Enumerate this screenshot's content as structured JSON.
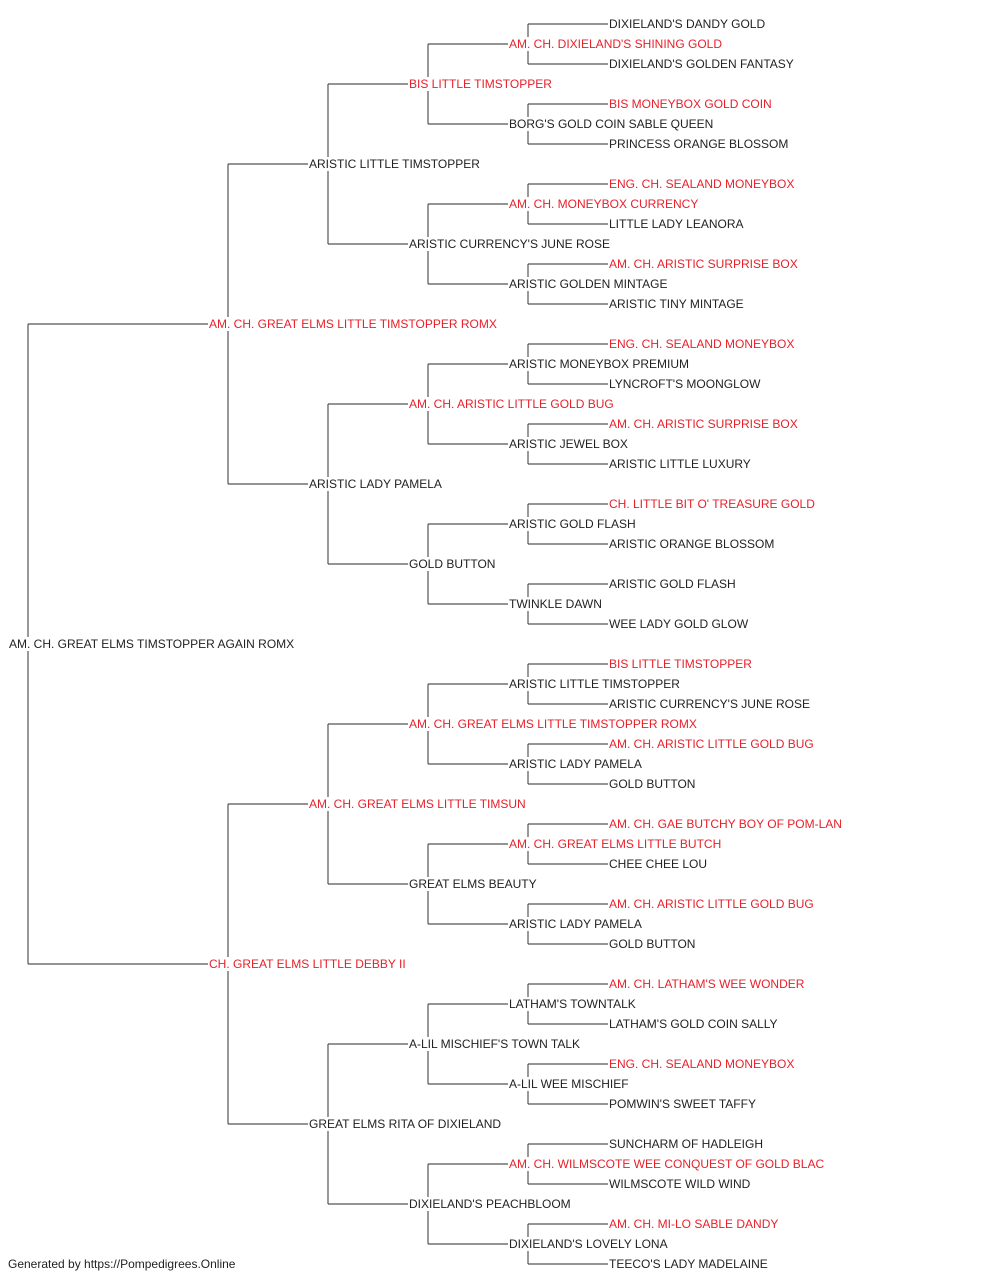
{
  "colors": {
    "text": "#222222",
    "highlight": "#e8202a",
    "line": "#555555"
  },
  "footer": "Generated by https://Pompedigrees.Online",
  "pedigree": {
    "name": "AM. CH. GREAT ELMS TIMSTOPPER AGAIN ROMX",
    "red": false,
    "sire": {
      "name": "AM. CH. GREAT ELMS LITTLE TIMSTOPPER ROMX",
      "red": true,
      "sire": {
        "name": "ARISTIC LITTLE TIMSTOPPER",
        "red": false,
        "sire": {
          "name": "BIS LITTLE TIMSTOPPER",
          "red": true,
          "sire": {
            "name": "AM. CH. DIXIELAND'S SHINING GOLD",
            "red": true,
            "sire": {
              "name": "DIXIELAND'S DANDY GOLD",
              "red": false
            },
            "dam": {
              "name": "DIXIELAND'S GOLDEN FANTASY",
              "red": false
            }
          },
          "dam": {
            "name": "BORG'S GOLD COIN SABLE QUEEN",
            "red": false,
            "sire": {
              "name": "BIS MONEYBOX GOLD COIN",
              "red": true
            },
            "dam": {
              "name": "PRINCESS ORANGE BLOSSOM",
              "red": false
            }
          }
        },
        "dam": {
          "name": "ARISTIC CURRENCY'S JUNE ROSE",
          "red": false,
          "sire": {
            "name": "AM. CH. MONEYBOX CURRENCY",
            "red": true,
            "sire": {
              "name": "ENG. CH. SEALAND MONEYBOX",
              "red": true
            },
            "dam": {
              "name": "LITTLE LADY LEANORA",
              "red": false
            }
          },
          "dam": {
            "name": "ARISTIC GOLDEN MINTAGE",
            "red": false,
            "sire": {
              "name": "AM. CH. ARISTIC SURPRISE BOX",
              "red": true
            },
            "dam": {
              "name": "ARISTIC TINY MINTAGE",
              "red": false
            }
          }
        }
      },
      "dam": {
        "name": "ARISTIC LADY PAMELA",
        "red": false,
        "sire": {
          "name": "AM. CH. ARISTIC LITTLE GOLD BUG",
          "red": true,
          "sire": {
            "name": "ARISTIC MONEYBOX PREMIUM",
            "red": false,
            "sire": {
              "name": "ENG. CH. SEALAND MONEYBOX",
              "red": true
            },
            "dam": {
              "name": "LYNCROFT'S MOONGLOW",
              "red": false
            }
          },
          "dam": {
            "name": "ARISTIC JEWEL BOX",
            "red": false,
            "sire": {
              "name": "AM. CH. ARISTIC SURPRISE BOX",
              "red": true
            },
            "dam": {
              "name": "ARISTIC LITTLE LUXURY",
              "red": false
            }
          }
        },
        "dam": {
          "name": "GOLD BUTTON",
          "red": false,
          "sire": {
            "name": "ARISTIC GOLD FLASH",
            "red": false,
            "sire": {
              "name": "CH. LITTLE BIT O' TREASURE GOLD",
              "red": true
            },
            "dam": {
              "name": "ARISTIC ORANGE BLOSSOM",
              "red": false
            }
          },
          "dam": {
            "name": "TWINKLE DAWN",
            "red": false,
            "sire": {
              "name": "ARISTIC GOLD FLASH",
              "red": false
            },
            "dam": {
              "name": "WEE LADY GOLD GLOW",
              "red": false
            }
          }
        }
      }
    },
    "dam": {
      "name": "CH. GREAT ELMS LITTLE DEBBY II",
      "red": true,
      "sire": {
        "name": "AM. CH. GREAT ELMS LITTLE TIMSUN",
        "red": true,
        "sire": {
          "name": "AM. CH. GREAT ELMS LITTLE TIMSTOPPER ROMX",
          "red": true,
          "sire": {
            "name": "ARISTIC LITTLE TIMSTOPPER",
            "red": false,
            "sire": {
              "name": "BIS LITTLE TIMSTOPPER",
              "red": true
            },
            "dam": {
              "name": "ARISTIC CURRENCY'S JUNE ROSE",
              "red": false
            }
          },
          "dam": {
            "name": "ARISTIC LADY PAMELA",
            "red": false,
            "sire": {
              "name": "AM. CH. ARISTIC LITTLE GOLD BUG",
              "red": true
            },
            "dam": {
              "name": "GOLD BUTTON",
              "red": false
            }
          }
        },
        "dam": {
          "name": "GREAT ELMS BEAUTY",
          "red": false,
          "sire": {
            "name": "AM. CH. GREAT ELMS LITTLE BUTCH",
            "red": true,
            "sire": {
              "name": "AM. CH. GAE BUTCHY BOY OF POM-LAN",
              "red": true
            },
            "dam": {
              "name": "CHEE CHEE LOU",
              "red": false
            }
          },
          "dam": {
            "name": "ARISTIC LADY PAMELA",
            "red": false,
            "sire": {
              "name": "AM. CH. ARISTIC LITTLE GOLD BUG",
              "red": true
            },
            "dam": {
              "name": "GOLD BUTTON",
              "red": false
            }
          }
        }
      },
      "dam": {
        "name": "GREAT ELMS RITA OF DIXIELAND",
        "red": false,
        "sire": {
          "name": "A-LIL MISCHIEF'S TOWN TALK",
          "red": false,
          "sire": {
            "name": "LATHAM'S TOWNTALK",
            "red": false,
            "sire": {
              "name": "AM. CH. LATHAM'S WEE WONDER",
              "red": true
            },
            "dam": {
              "name": "LATHAM'S GOLD COIN SALLY",
              "red": false
            }
          },
          "dam": {
            "name": "A-LIL WEE MISCHIEF",
            "red": false,
            "sire": {
              "name": "ENG. CH. SEALAND MONEYBOX",
              "red": true
            },
            "dam": {
              "name": "POMWIN'S SWEET TAFFY",
              "red": false
            }
          }
        },
        "dam": {
          "name": "DIXIELAND'S PEACHBLOOM",
          "red": false,
          "sire": {
            "name": "AM. CH. WILMSCOTE WEE CONQUEST OF GOLD BLAC",
            "red": true,
            "sire": {
              "name": "SUNCHARM OF HADLEIGH",
              "red": false
            },
            "dam": {
              "name": "WILMSCOTE WILD WIND",
              "red": false
            }
          },
          "dam": {
            "name": "DIXIELAND'S LOVELY LONA",
            "red": false,
            "sire": {
              "name": "AM. CH. MI-LO SABLE DANDY",
              "red": true
            },
            "dam": {
              "name": "TEECO'S LADY MADELAINE",
              "red": false
            }
          }
        }
      }
    }
  }
}
